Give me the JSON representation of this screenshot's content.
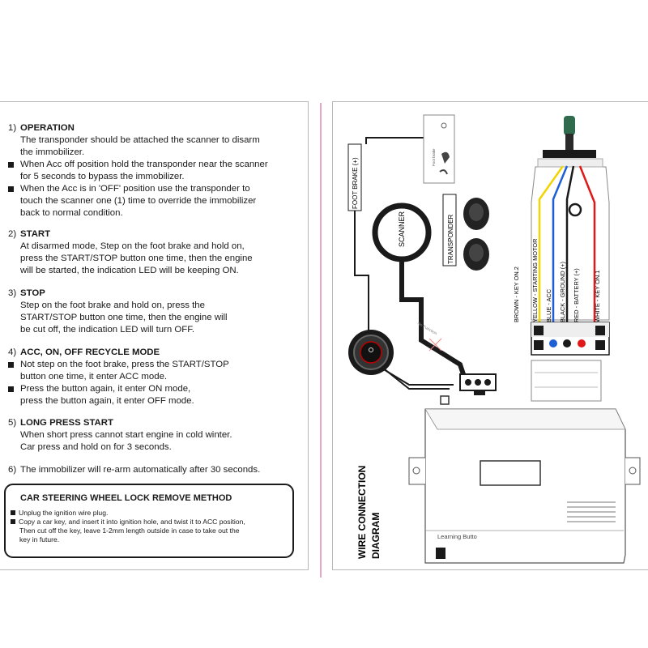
{
  "manual": {
    "operation": {
      "number": "1)",
      "title": "OPERATION",
      "lines": [
        "The transponder should be attached the scanner to disarm",
        "the immobilizer."
      ],
      "bullets": [
        [
          "When Acc off position hold the transponder near the scanner",
          "for 5 seconds to bypass the immobilizer."
        ],
        [
          "When the Acc is in 'OFF' position use the transponder to",
          "touch the scanner one (1) time to override the immobilizer",
          "back to normal condition."
        ]
      ]
    },
    "start": {
      "number": "2)",
      "title": "START",
      "lines": [
        "At disarmed mode, Step on the foot brake and hold on,",
        "press the START/STOP button one time, then the engine",
        "will be started, the indication LED will be keeping ON."
      ]
    },
    "stop": {
      "number": "3)",
      "title": "STOP",
      "lines": [
        "Step on the foot brake and hold on, press the",
        "START/STOP button one time, then the engine will",
        "be cut off, the indication LED will turn OFF."
      ]
    },
    "recycle": {
      "number": "4)",
      "title": "ACC, ON, OFF RECYCLE MODE",
      "bullets": [
        [
          "Not step on the foot brake, press the START/STOP",
          "button one time, it enter ACC mode."
        ],
        [
          "Press the button again, it enter ON mode,",
          "press the button again, it enter OFF mode."
        ]
      ]
    },
    "long_press": {
      "number": "5)",
      "title": "LONG PRESS START",
      "lines": [
        "When short press cannot start engine in cold winter.",
        "Car press and hold on for 3 seconds."
      ]
    },
    "rearm": {
      "number": "6)",
      "text": "The immobilizer will re-arm automatically after 30 seconds."
    },
    "lock_method": {
      "title": "CAR STEERING WHEEL LOCK REMOVE METHOD",
      "bullets": [
        [
          "Unplug the ignition wire plug."
        ],
        [
          "Copy a car key, and insert it into ignition hole, and twist it to ACC position,",
          "Then cut off the key, leave 1-2mm length outside in case to take out the",
          "key in future."
        ]
      ]
    }
  },
  "diagram": {
    "title_line1": "WIRE CONNECTION",
    "title_line2": "DIAGRAM",
    "foot_brake_label": "FOOT BRAKE (+)",
    "scanner_label": "SCANNER",
    "transponder_label": "TRANSPONDER",
    "learning_button_label": "Learning Butto",
    "no_function_label": "No Function",
    "foot_brake_icon_label": "Foot brake",
    "wires": [
      {
        "label": "BROWN  -  KEY ON.2",
        "color": "#8a5a2b"
      },
      {
        "label": "YELLOW  -  STARTING MOTOR",
        "color": "#f2d400"
      },
      {
        "label": "BLUE  -  ACC",
        "color": "#1e5fd6"
      },
      {
        "label": "BLACK  -  GROUND (+)",
        "color": "#1a1a1a"
      },
      {
        "label": "RED  -  BATTERY (+)",
        "color": "#e01818"
      },
      {
        "label": "WHITE  -  KEY ON.1",
        "color": "#ffffff"
      }
    ]
  },
  "colors": {
    "divider": "#e7a6cc",
    "border": "#b9b9b9"
  }
}
